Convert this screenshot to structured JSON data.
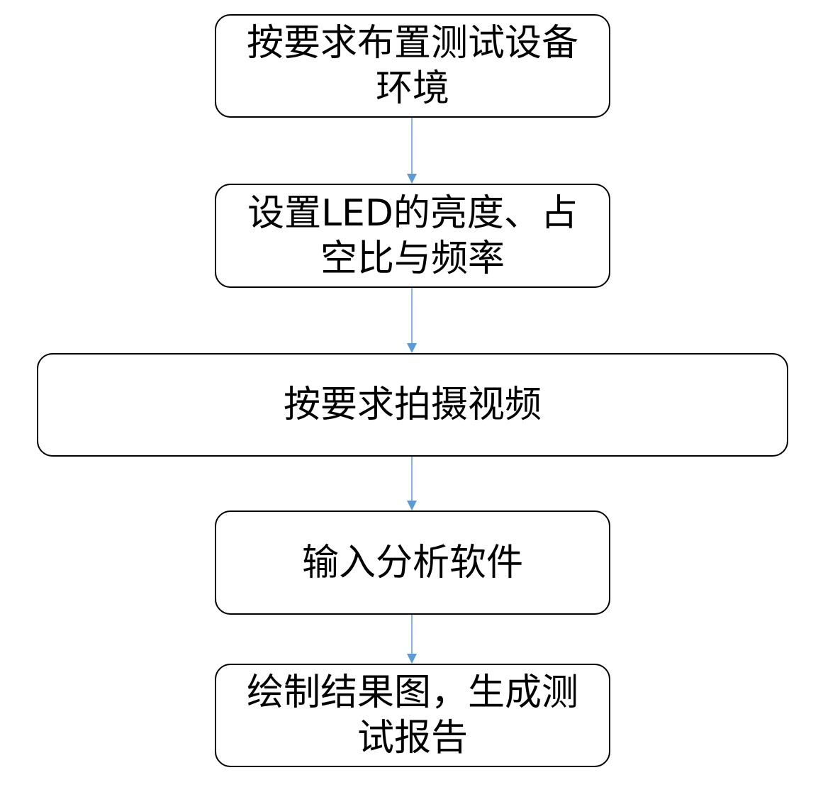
{
  "arrow_color": "#5b9bd5",
  "steps": [
    {
      "lines": [
        "按要求布置测试设备",
        "环境"
      ]
    },
    {
      "lines": [
        "设置LED的亮度、占",
        "空比与频率"
      ]
    },
    {
      "lines": [
        "按要求拍摄视频"
      ]
    },
    {
      "lines": [
        "输入分析软件"
      ]
    },
    {
      "lines": [
        "绘制结果图，生成测",
        "试报告"
      ]
    }
  ]
}
